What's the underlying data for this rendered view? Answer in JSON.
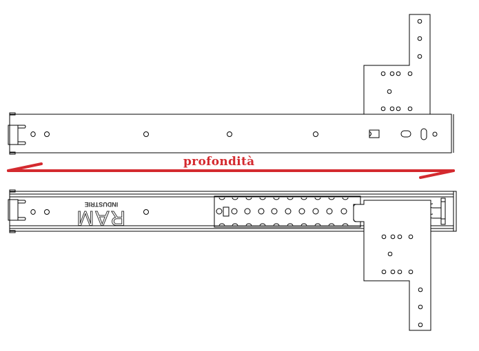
{
  "diagram": {
    "title_label": "profondità",
    "brand": {
      "name": "RAM",
      "sub": "INDUSTRIE"
    },
    "colors": {
      "line": "#000000",
      "arrow": "#d42a2f",
      "background": "#ffffff"
    },
    "parts": [
      {
        "id": "top-rail",
        "description": "drawer slide, closed view with L-shaped mounting bracket above"
      },
      {
        "id": "bottom-rail",
        "description": "drawer slide, extended view with ball bearing cage and L-shaped bracket below"
      },
      {
        "id": "depth-arrow",
        "description": "double-headed red arrow indicating depth"
      }
    ]
  }
}
